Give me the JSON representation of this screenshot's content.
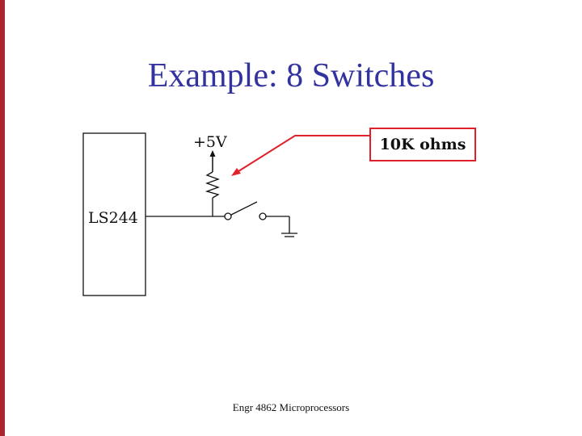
{
  "slide": {
    "title": "Example: 8 Switches",
    "footer": "Engr 4862 Microprocessors"
  },
  "circuit": {
    "chip_label": "LS244",
    "supply_label": "+5V",
    "callout_label": "10K ohms"
  },
  "colors": {
    "title": "#3333a0",
    "accent_red": "#e0202a",
    "left_bar": "#a8262c",
    "wire": "#111111"
  }
}
